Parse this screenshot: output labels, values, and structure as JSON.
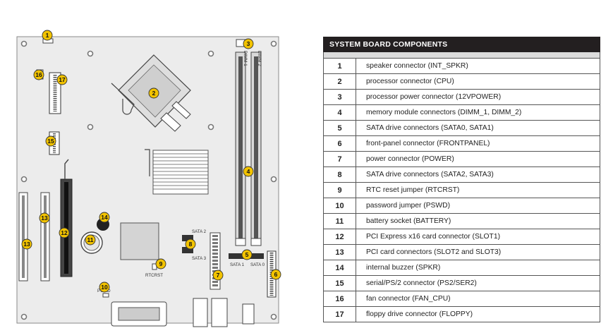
{
  "table": {
    "title": "SYSTEM BOARD COMPONENTS",
    "rows": [
      {
        "num": "1",
        "desc": "speaker connector (INT_SPKR)"
      },
      {
        "num": "2",
        "desc": "processor connector (CPU)"
      },
      {
        "num": "3",
        "desc": "processor power connector (12VPOWER)"
      },
      {
        "num": "4",
        "desc": "memory module connectors (DIMM_1, DIMM_2)"
      },
      {
        "num": "5",
        "desc": "SATA drive connectors (SATA0, SATA1)"
      },
      {
        "num": "6",
        "desc": "front-panel connector (FRONTPANEL)"
      },
      {
        "num": "7",
        "desc": "power connector (POWER)"
      },
      {
        "num": "8",
        "desc": "SATA drive connectors (SATA2, SATA3)"
      },
      {
        "num": "9",
        "desc": "RTC reset jumper (RTCRST)"
      },
      {
        "num": "10",
        "desc": "password jumper (PSWD)"
      },
      {
        "num": "11",
        "desc": "battery socket (BATTERY)"
      },
      {
        "num": "12",
        "desc": "PCI Express x16 card connector (SLOT1)"
      },
      {
        "num": "13",
        "desc": "PCI card connectors (SLOT2 and SLOT3)"
      },
      {
        "num": "14",
        "desc": "internal buzzer (SPKR)"
      },
      {
        "num": "15",
        "desc": "serial/PS/2 connector (PS2/SER2)"
      },
      {
        "num": "16",
        "desc": "fan connector (FAN_CPU)"
      },
      {
        "num": "17",
        "desc": "floppy drive connector (FLOPPY)"
      }
    ]
  },
  "diagram": {
    "labels": {
      "dimm1": "DIMM 1",
      "dimm2": "DIMM 2",
      "sata2": "SATA 2",
      "sata3": "SATA 3",
      "sata1": "SATA 1",
      "sata0": "SATA 0",
      "rtcrst": "RTCRST",
      "pswd": "PSWD"
    },
    "callouts": [
      "1",
      "2",
      "3",
      "4",
      "5",
      "6",
      "7",
      "8",
      "9",
      "10",
      "11",
      "12",
      "13",
      "14",
      "15",
      "16",
      "17"
    ],
    "colors": {
      "callout_fill": "#f2c300",
      "board_fill": "#ececec",
      "header_bg": "#231f20"
    }
  }
}
